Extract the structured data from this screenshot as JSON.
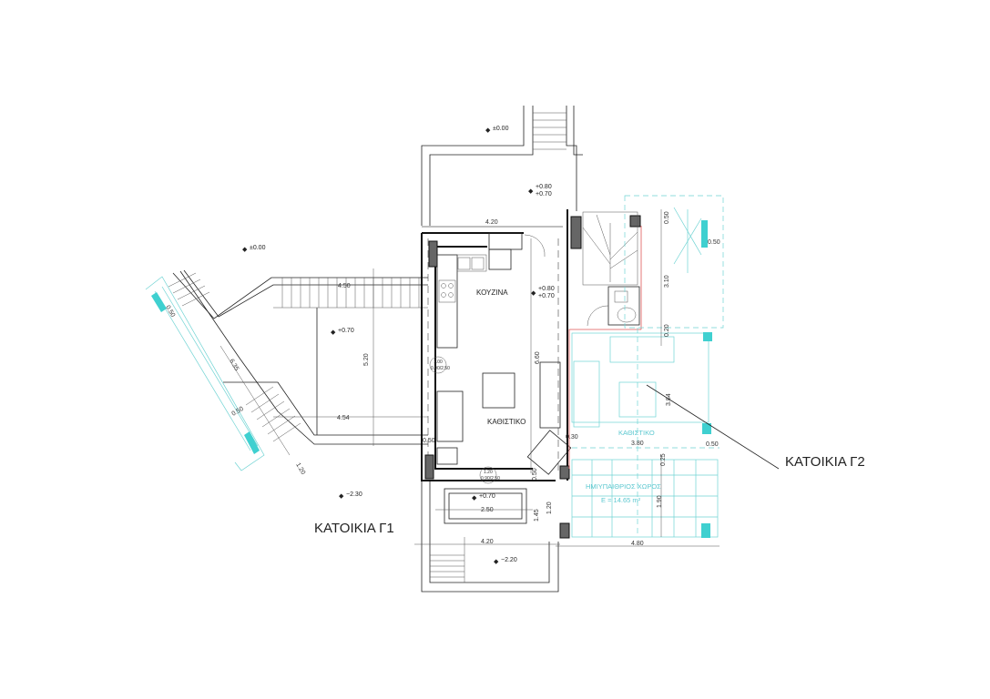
{
  "titles": {
    "house_g1": "ΚΑΤΟΙΚΙΑ Γ1",
    "house_g2": "ΚΑΤΟΙΚΙΑ Γ2"
  },
  "rooms": {
    "kitchen": "ΚΟΥΖΙΝΑ",
    "living_g1": "ΚΑΘΙΣΤΙΚΟ",
    "living_g2": "ΚΑΘΙΣΤΙΚΟ",
    "semi_outdoor": "ΗΜΙΥΠΑΙΘΡΙΟΣ ΧΩΡΟΣ",
    "semi_outdoor_area": "Ε = 14.65 m²"
  },
  "levels": {
    "top_entry": "±0.00",
    "top_terrace_a": "+0.80",
    "top_terrace_b": "+0.70",
    "left_ground": "±0.00",
    "kitchen_a": "+0.80",
    "kitchen_b": "+0.70",
    "left_terrace": "+0.70",
    "front_porch": "+0.70",
    "left_lower": "−2.30",
    "bottom_stair": "−2.20"
  },
  "doors": {
    "side_door": [
      "1.00",
      "0.90/2.50"
    ],
    "front_door": [
      "1.20",
      "0.90/2.50"
    ]
  },
  "dimensions": {
    "top_width": "4.20",
    "left_stair": "4.50",
    "left_depth": "5.20",
    "diag_length": "6.35",
    "diag_top": "0.50",
    "left_bottom": "4.54",
    "diag_bottom": "0.50",
    "diag_stair": "1.20",
    "house_depth": "6.60",
    "left_wall": "0.50",
    "porch_wall": "0.50",
    "porch_depth": "1.45",
    "porch_step": "1.20",
    "porch_width": "2.50",
    "bottom_width": "4.20",
    "g2_bottom_width": "4.80",
    "g2_living_width": "3.80",
    "g2_gap": "0.30",
    "g2_right": "0.50",
    "g2_beam": "0.25",
    "g2_semi_depth": "1.90",
    "g2_living_depth": "3.84",
    "g2_top": "0.50",
    "g2_top_right": "0.50",
    "g2_stair": "3.10",
    "g2_gap2": "0.20"
  }
}
